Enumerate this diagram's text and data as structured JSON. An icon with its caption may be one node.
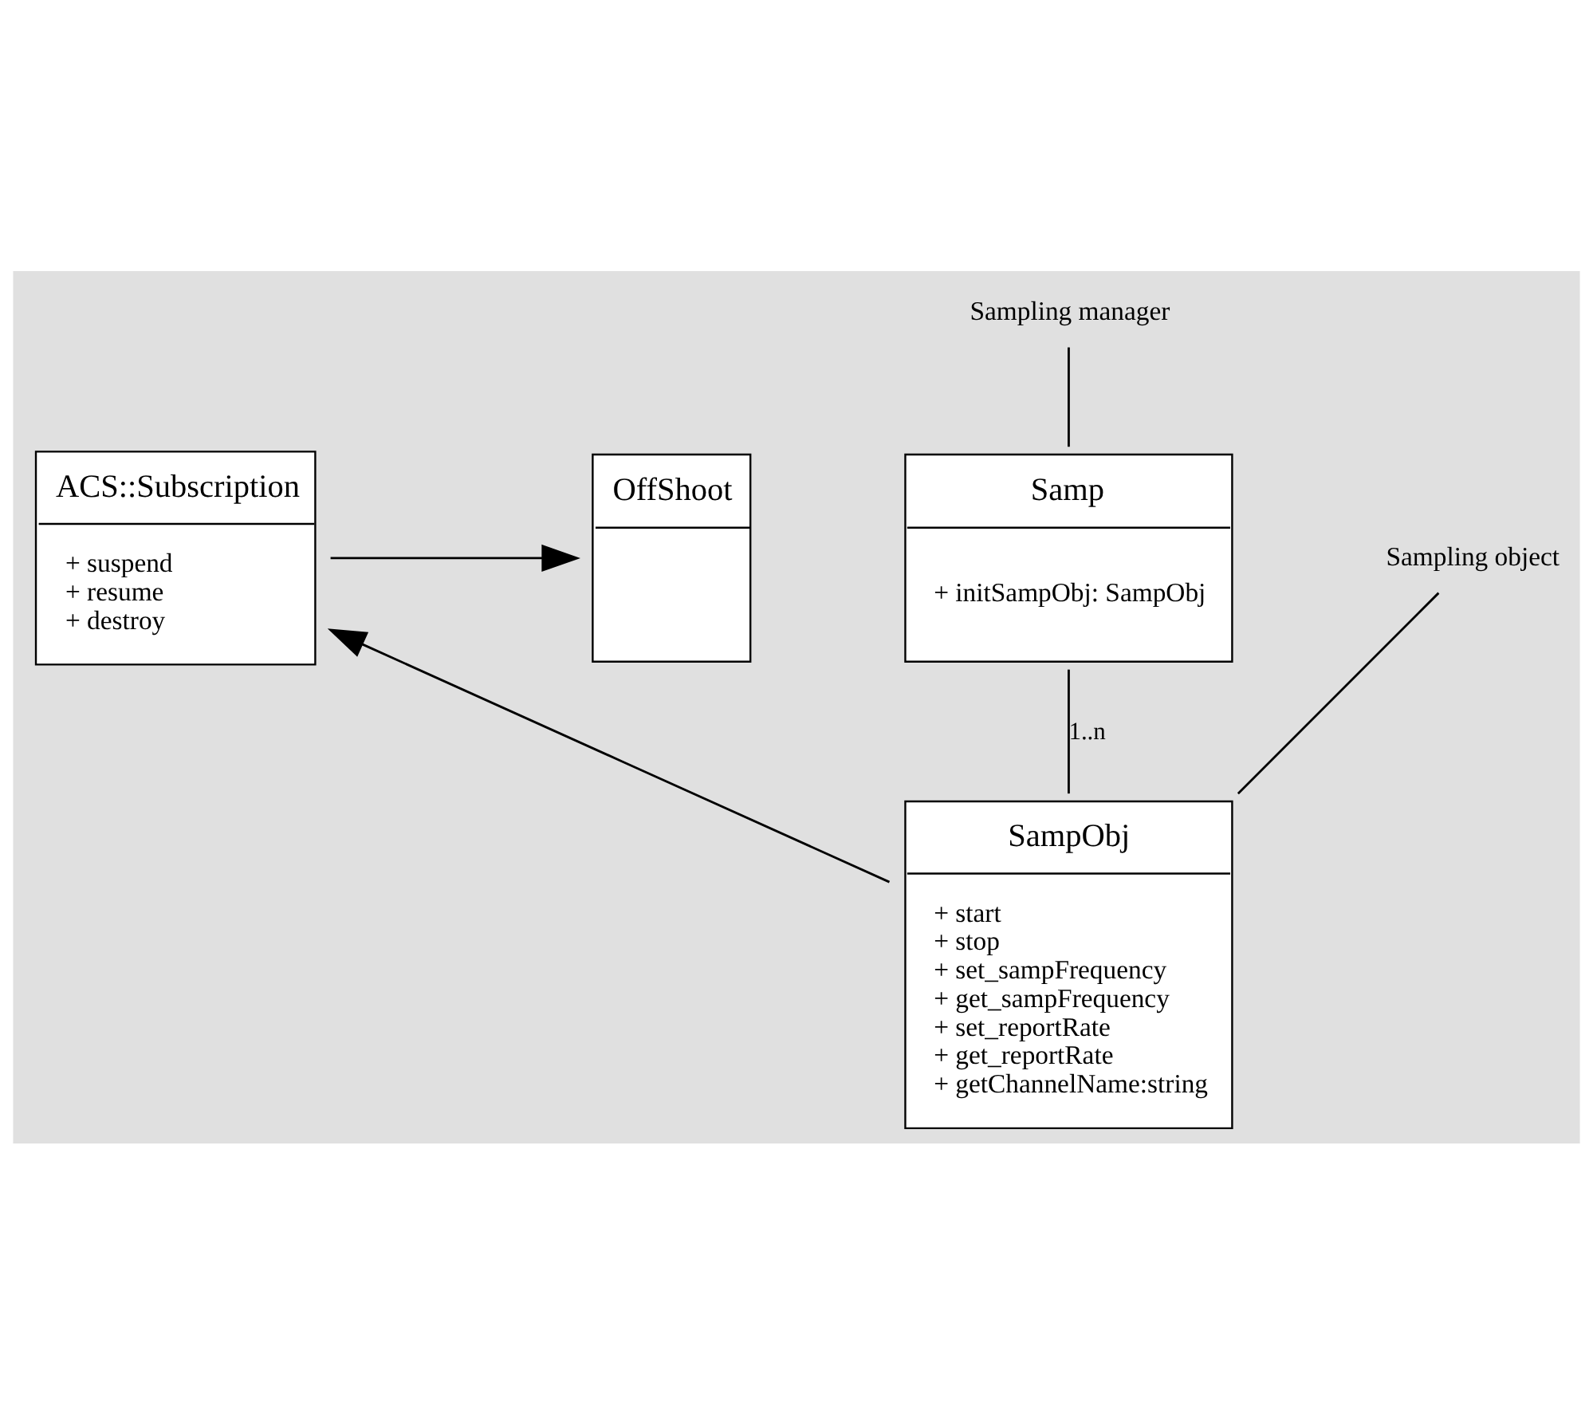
{
  "diagram": {
    "nodes": [
      {
        "text": [
          "ACS::Subscription",
          "+ suspend",
          "+ resume",
          "+ destroy"
        ]
      },
      {
        "text": [
          "OffShoot"
        ]
      },
      {
        "text": [
          "Samp",
          "+ initSampObj: SampObj"
        ]
      },
      {
        "text": [
          "SampObj",
          "+ start",
          "+ stop",
          "+ set_sampFrequency",
          "+ get_sampFrequency",
          "+ set_reportRate",
          "+ get_reportRate",
          "+ getChannelName:string"
        ]
      },
      {
        "text": [
          "Sampling manager"
        ]
      },
      {
        "text": [
          "Sampling object"
        ]
      }
    ],
    "edges": [
      {
        "from": 0,
        "to": 1,
        "arrow": "to"
      },
      {
        "from": 3,
        "to": 0,
        "arrow": "to"
      },
      {
        "from": 2,
        "to": 3,
        "arrow": "none",
        "label": "1..n"
      },
      {
        "from": 4,
        "to": 2,
        "arrow": "none"
      },
      {
        "from": 5,
        "to": 3,
        "arrow": "none"
      }
    ]
  }
}
